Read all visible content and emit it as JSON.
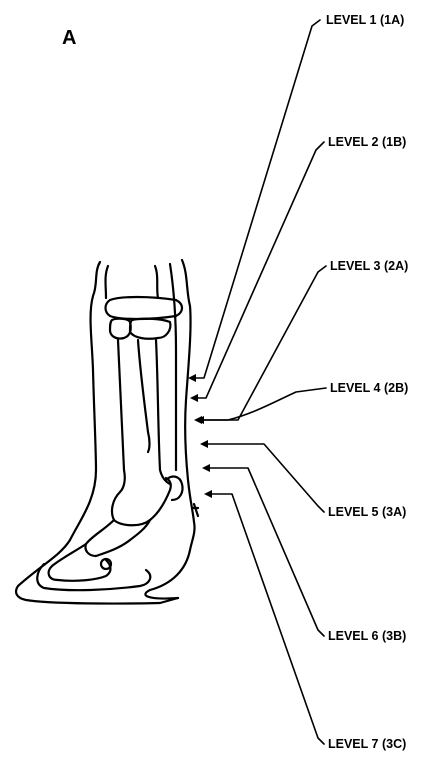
{
  "panel_letter": "A",
  "levels": [
    {
      "label": "LEVEL 1 (1A)"
    },
    {
      "label": "LEVEL 2 (1B)"
    },
    {
      "label": "LEVEL 3 (2A)"
    },
    {
      "label": "LEVEL 4 (2B)"
    },
    {
      "label": "LEVEL 5 (3A)"
    },
    {
      "label": "LEVEL 6 (3B)"
    },
    {
      "label": "LEVEL 7 (3C)"
    }
  ]
}
